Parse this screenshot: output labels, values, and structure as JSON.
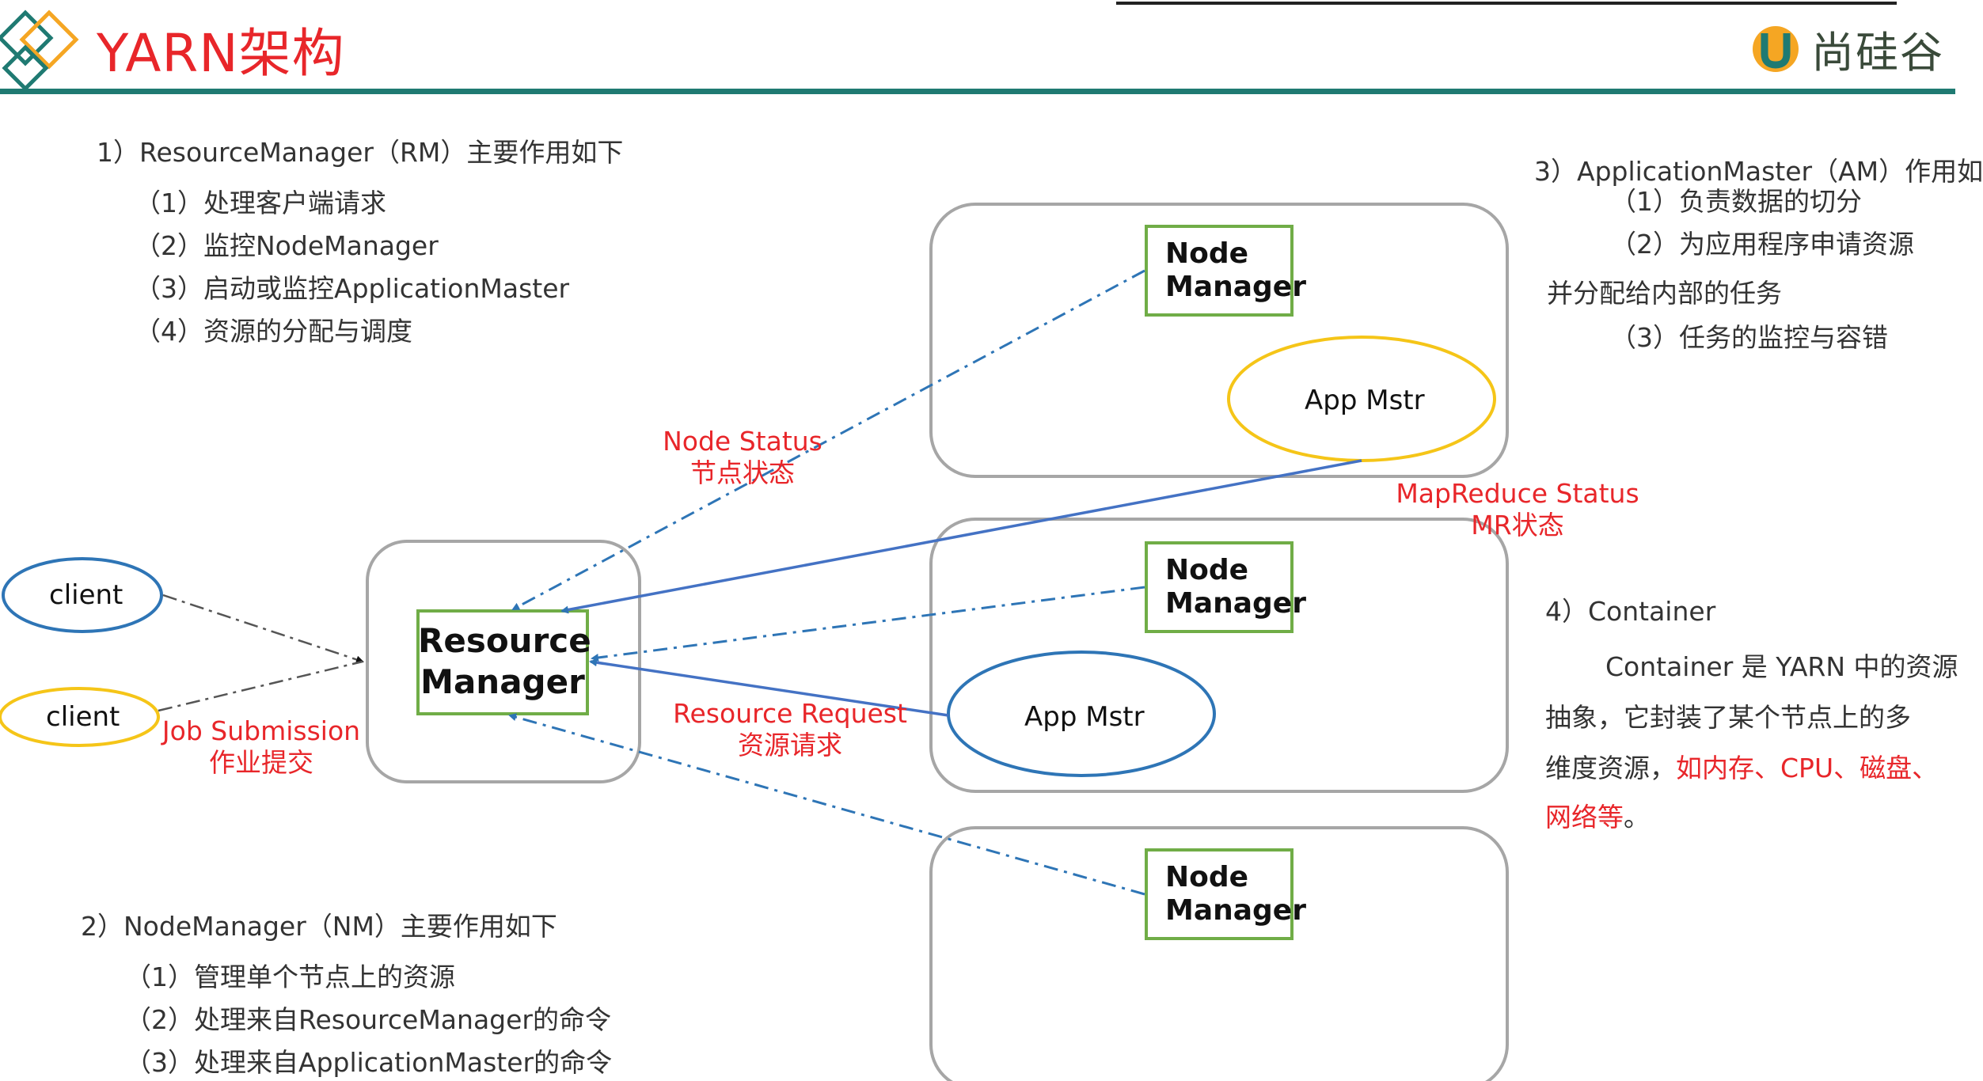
{
  "header": {
    "title": "YARN架构",
    "brand": "尚硅谷"
  },
  "rm_section": {
    "heading": "1）ResourceManager（RM）主要作用如下",
    "items": [
      "（1）处理客户端请求",
      "（2）监控NodeManager",
      "（3）启动或监控ApplicationMaster",
      "（4）资源的分配与调度"
    ]
  },
  "nm_section": {
    "heading": "2）NodeManager（NM）主要作用如下",
    "items": [
      "（1）管理单个节点上的资源",
      "（2）处理来自ResourceManager的命令",
      "（3）处理来自ApplicationMaster的命令"
    ]
  },
  "am_section": {
    "heading": "3）ApplicationMaster（AM）作用如",
    "items": [
      "（1）负责数据的切分",
      "（2）为应用程序申请资源",
      "并分配给内部的任务",
      "（3）任务的监控与容错"
    ]
  },
  "container_section": {
    "heading": "4）Container",
    "line1": "Container 是 YARN 中的资源",
    "line2": "抽象，它封装了某个节点上的多",
    "line3_black": "维度资源，",
    "line3_red": "如内存、CPU、磁盘、",
    "line4_red": "网络等",
    "line4_black": "。"
  },
  "diagram": {
    "client1": "client",
    "client2": "client",
    "resource_manager": [
      "Resource",
      "Manager"
    ],
    "node_manager": [
      "Node",
      "Manager"
    ],
    "app_master": "App Mstr",
    "labels": {
      "job_submission": [
        "Job Submission",
        "作业提交"
      ],
      "node_status": [
        "Node Status",
        "节点状态"
      ],
      "mapreduce_status": [
        "MapReduce Status",
        "MR状态"
      ],
      "resource_request": [
        "Resource Request",
        "资源请求"
      ]
    },
    "colors": {
      "blue": "#2e75b6",
      "yellow": "#f5c518",
      "green": "#70ad47",
      "gray": "#a6a6a6",
      "red": "#e8262a"
    }
  }
}
